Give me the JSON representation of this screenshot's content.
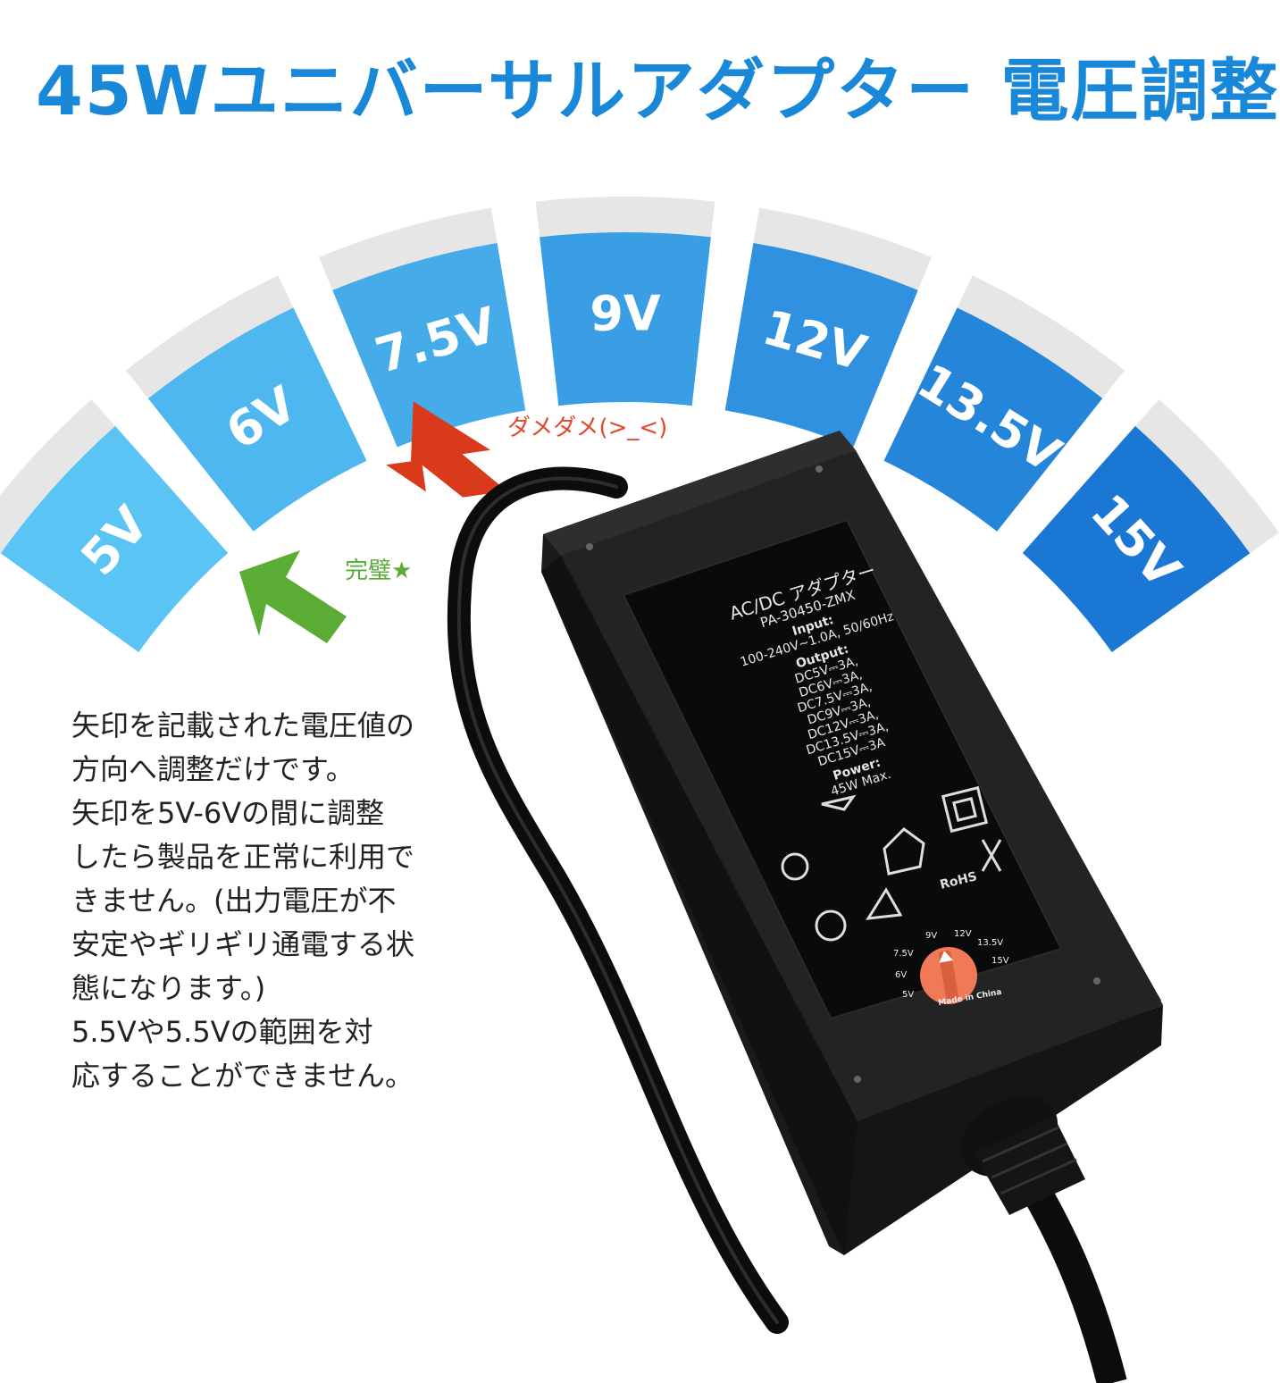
{
  "headline": "45Wユニバーサルアダプター 電圧調整",
  "voltage_scale": [
    "5V",
    "6V",
    "7.5V",
    "9V",
    "12V",
    "13.5V",
    "15V"
  ],
  "arrows": {
    "bad_label": "ダメダメ(>_<)",
    "good_label": "完璧★",
    "bad_color": "#d93a1c",
    "good_color": "#5aac34"
  },
  "explanation": [
    "矢印を記載された電圧値の",
    "方向へ調整だけです。",
    "矢印を5V-6Vの間に調整",
    "したら製品を正常に利用で",
    "きません。(出力電圧が不",
    "安定やギリギリ通電する状",
    "態になります。)",
    "5.5Vや5.5Vの範囲を対",
    "応することができません。"
  ],
  "label_plate": {
    "title": "AC/DC アダプター",
    "model": "PA-30450-ZMX",
    "input_heading": "Input:",
    "input_value": "100-240V~1.0A, 50/60Hz",
    "output_heading": "Output:",
    "outputs": [
      "DC5V⎓3A,",
      "DC6V⎓3A,",
      "DC7.5V⎓3A,",
      "DC9V⎓3A,",
      "DC12V⎓3A,",
      "DC13.5V⎓3A,",
      "DC15V⎓3A"
    ],
    "power_heading": "Power:",
    "power_value": "45W Max.",
    "rohs": "RoHS",
    "made_in": "Made in China"
  },
  "dial_labels": [
    "5V",
    "6V",
    "7.5V",
    "9V",
    "12V",
    "13.5V",
    "15V"
  ],
  "colors": {
    "headline": "#1a88d8",
    "segment_light": "#5ac4f4",
    "segment_dark": "#1a78d4",
    "dial": "#f07a58"
  }
}
